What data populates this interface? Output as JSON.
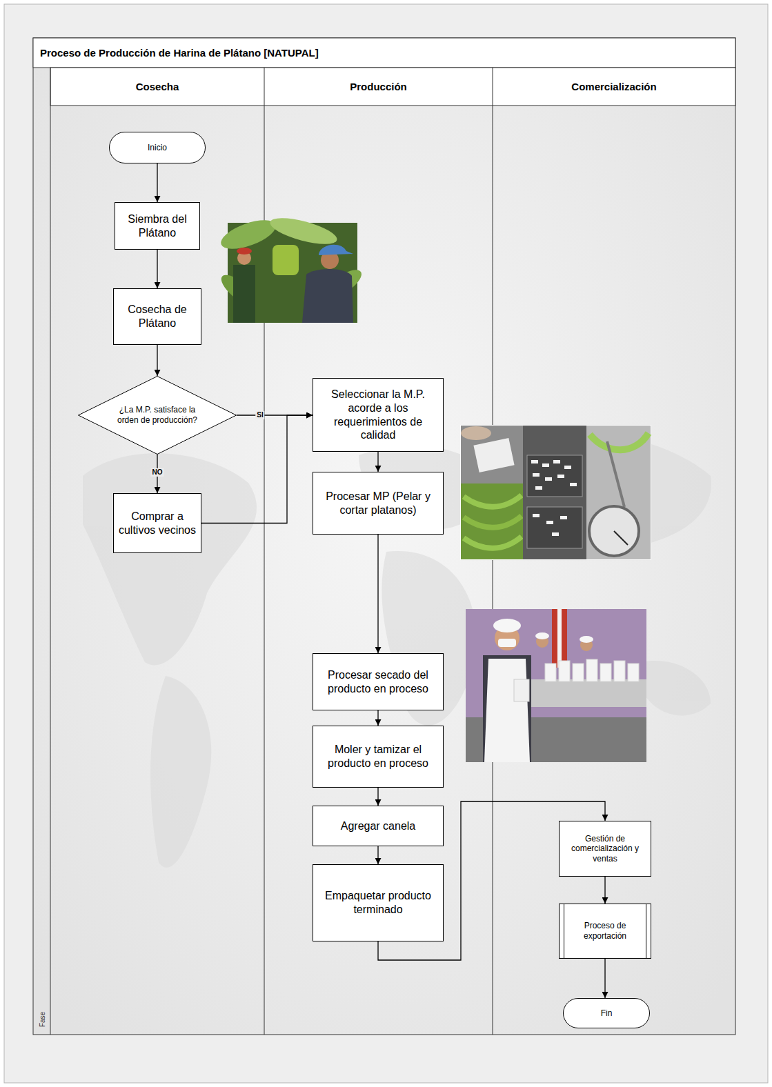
{
  "diagram": {
    "title": "Proceso de Producción de Harina de Plátano [NATUPAL]",
    "nodes": [
      {
        "text": [
          "Cosecha"
        ]
      },
      {
        "text": [
          "Producción"
        ]
      },
      {
        "text": [
          "Comercialización"
        ]
      },
      {
        "text": [
          "Inicio"
        ],
        "in": 0
      },
      {
        "text": [
          "Siembra del Plátano"
        ],
        "in": 0
      },
      {
        "text": [
          "Cosecha de Plátano"
        ],
        "in": 0
      },
      {
        "text": [
          "¿La M.P. satisface la orden de producción?"
        ],
        "in": 0
      },
      {
        "text": [
          "Comprar a cultivos vecinos"
        ],
        "in": 0
      },
      {
        "text": [
          "Seleccionar la M.P. acorde a los requerimientos de calidad"
        ],
        "in": 1
      },
      {
        "text": [
          "Procesar MP (Pelar y cortar platanos)"
        ],
        "in": 1
      },
      {
        "text": [
          "Procesar secado del producto en proceso"
        ],
        "in": 1
      },
      {
        "text": [
          "Moler y tamizar el producto en proceso"
        ],
        "in": 1
      },
      {
        "text": [
          "Agregar canela"
        ],
        "in": 1
      },
      {
        "text": [
          "Empaquetar producto terminado"
        ],
        "in": 1
      },
      {
        "text": [
          "Gestión de comercialización y ventas"
        ],
        "in": 2
      },
      {
        "text": [
          "Proceso de exportación"
        ],
        "in": 2
      },
      {
        "text": [
          "Fin"
        ],
        "in": 2
      }
    ],
    "edges": [
      {
        "from": 3,
        "to": 4,
        "arrow": "to"
      },
      {
        "from": 4,
        "to": 5,
        "arrow": "to"
      },
      {
        "from": 5,
        "to": 6,
        "arrow": "to"
      },
      {
        "from": 6,
        "to": 8,
        "label": "SI",
        "arrow": "to"
      },
      {
        "from": 6,
        "to": 7,
        "label": "NO",
        "arrow": "to"
      },
      {
        "from": 7,
        "to": 8,
        "arrow": "to"
      },
      {
        "from": 8,
        "to": 9,
        "arrow": "to"
      },
      {
        "from": 9,
        "to": 10,
        "arrow": "to"
      },
      {
        "from": 10,
        "to": 11,
        "arrow": "to"
      },
      {
        "from": 11,
        "to": 12,
        "arrow": "to"
      },
      {
        "from": 12,
        "to": 13,
        "arrow": "to"
      },
      {
        "from": 13,
        "to": 14,
        "arrow": "to"
      },
      {
        "from": 14,
        "to": 15,
        "arrow": "to"
      },
      {
        "from": 15,
        "to": 16,
        "arrow": "to"
      }
    ],
    "labels": [
      "Fase"
    ]
  }
}
